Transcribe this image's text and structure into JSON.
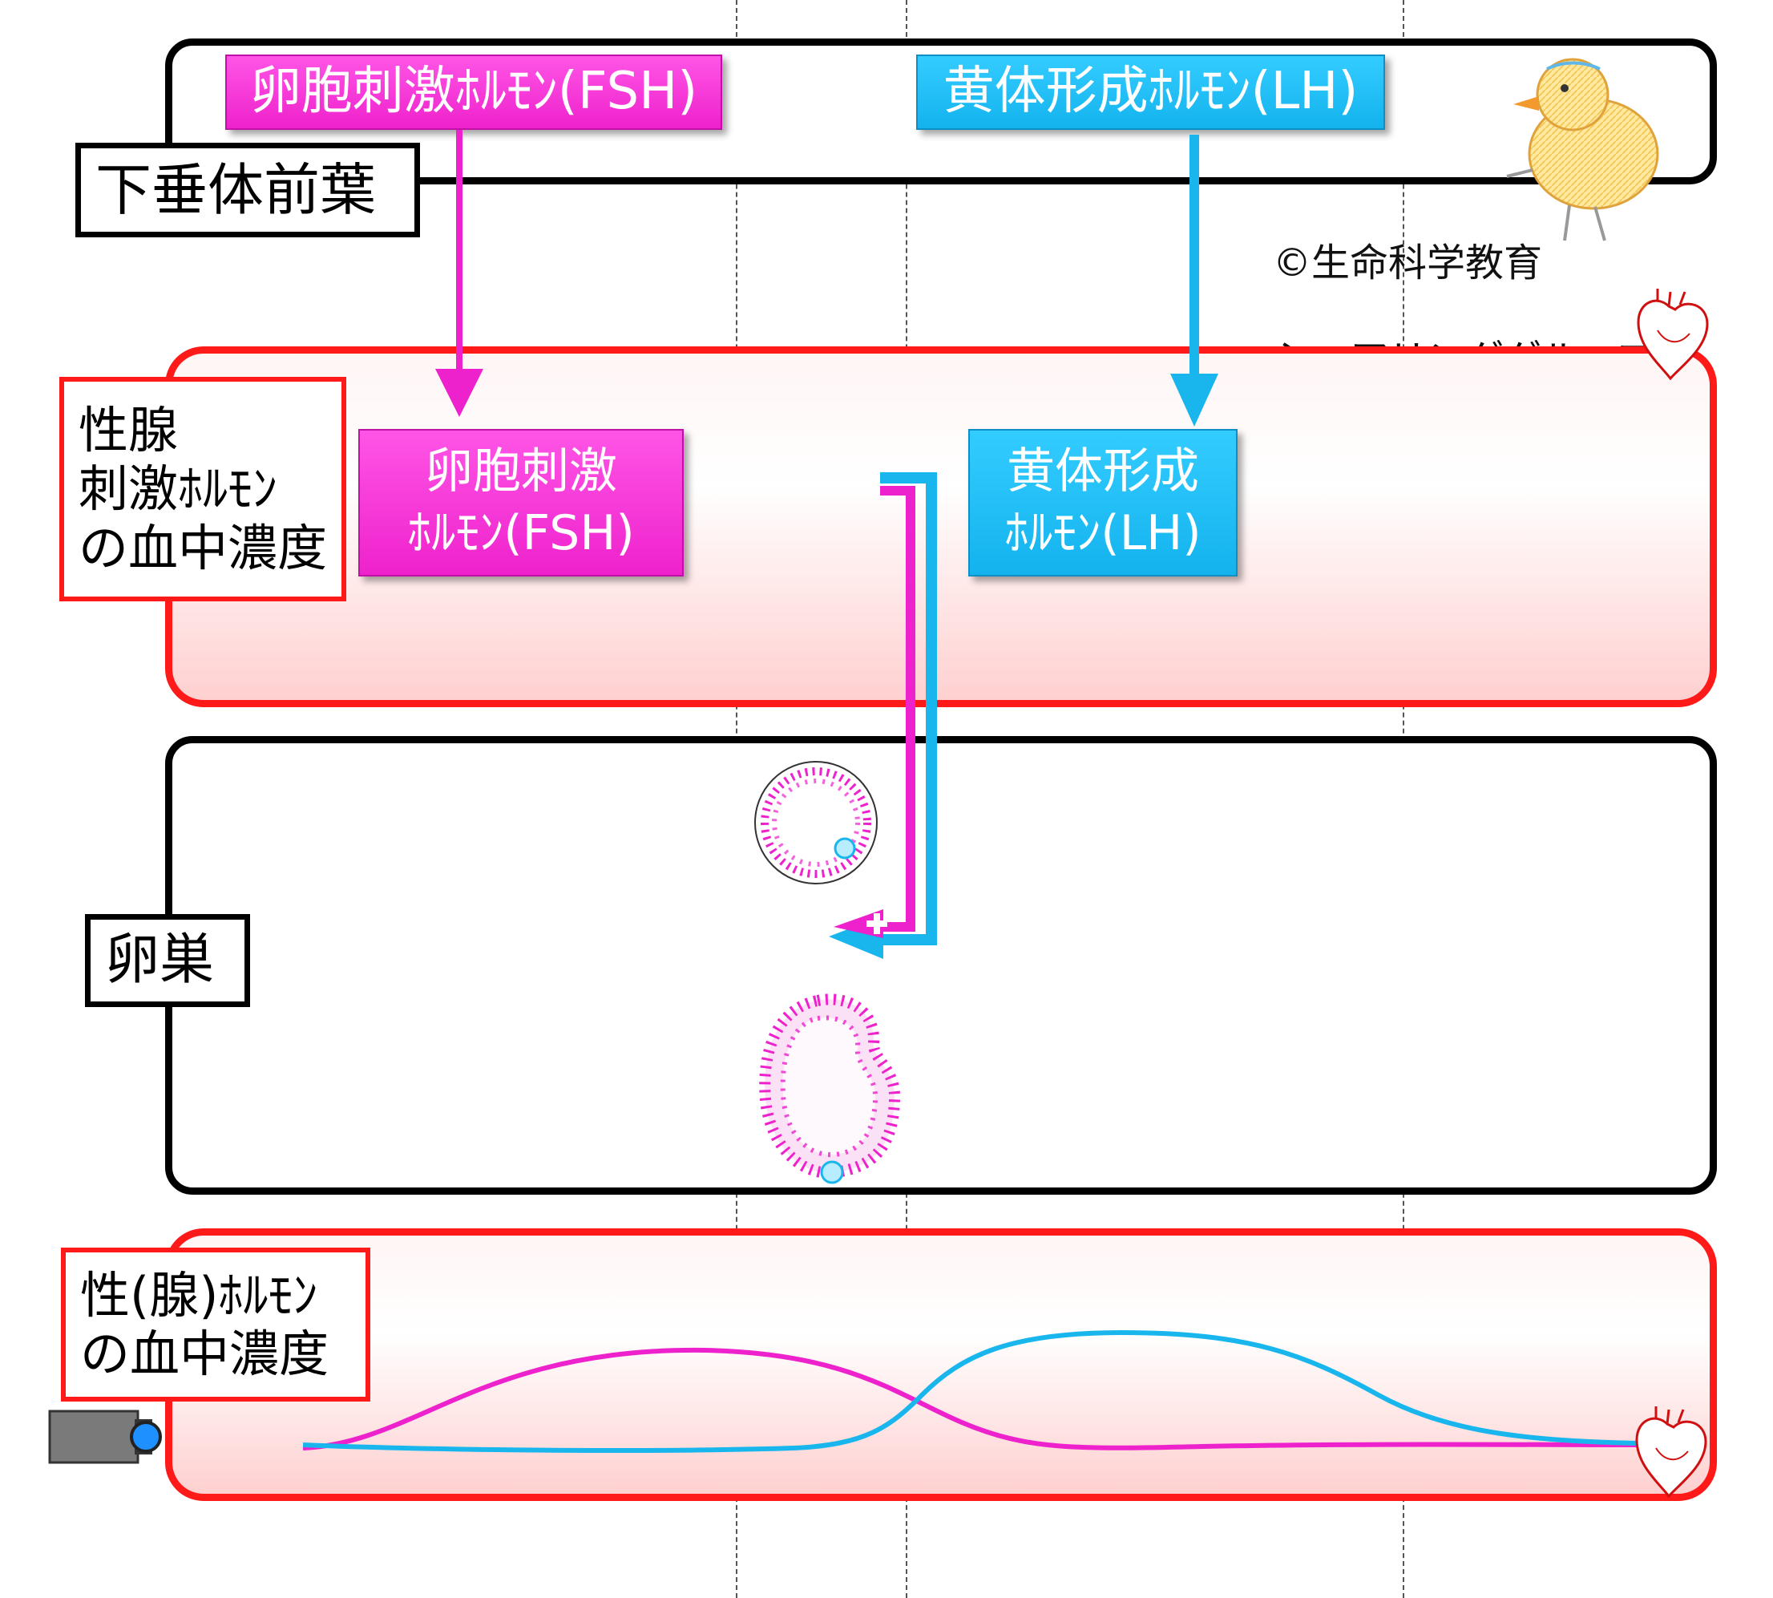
{
  "colors": {
    "fsh": "#ee22cc",
    "lh": "#19b6ee",
    "red_border": "#ff1a1a",
    "black_border": "#000000"
  },
  "pituitary": {
    "label": "下垂体前葉",
    "fsh_label": "卵胞刺激ﾎﾙﾓﾝ(FSH)",
    "lh_label": "黄体形成ﾎﾙﾓﾝ(LH)"
  },
  "credit": {
    "line1": "©生命科学教育",
    "line2": "シェアリンググループ"
  },
  "gonadotropin_blood": {
    "label": "性腺\n刺激ﾎﾙﾓﾝ\nの血中濃度",
    "fsh_label": "卵胞刺激\nﾎﾙﾓﾝ(FSH)",
    "lh_label": "黄体形成\nﾎﾙﾓﾝ(LH)"
  },
  "ovary": {
    "label": "卵巣",
    "stimulation_sign": "+"
  },
  "sex_hormone_blood": {
    "label": "性(腺)ﾎﾙﾓﾝ\nの血中濃度"
  },
  "icons": [
    "chick-icon",
    "heart-icon",
    "camera-icon",
    "follicle-icon",
    "corpus-luteum-icon"
  ]
}
